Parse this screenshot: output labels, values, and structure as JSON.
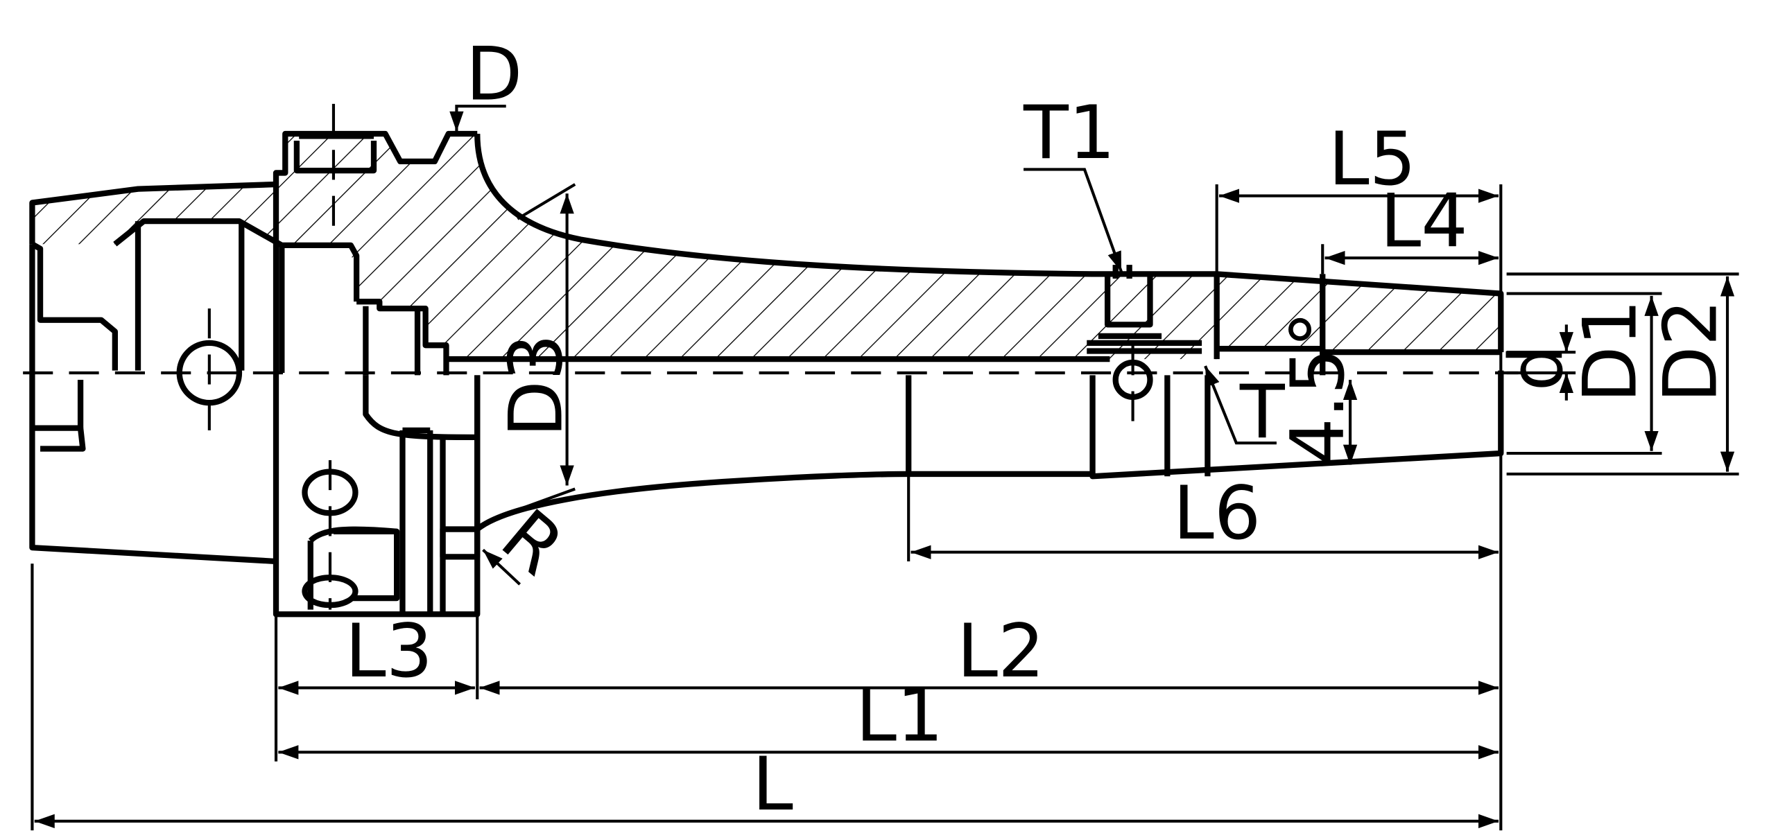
{
  "labels": {
    "D": "D",
    "T1": "T1",
    "L5": "L5",
    "L4": "L4",
    "D3": "D3",
    "d": "d",
    "D1": "D1",
    "D2": "D2",
    "T": "T",
    "angle": "4.5°",
    "L6": "L6",
    "R": "R",
    "L3": "L3",
    "L2": "L2",
    "L1": "L1",
    "L": "L"
  },
  "colors": {
    "line": "#000000",
    "background": "#ffffff"
  }
}
